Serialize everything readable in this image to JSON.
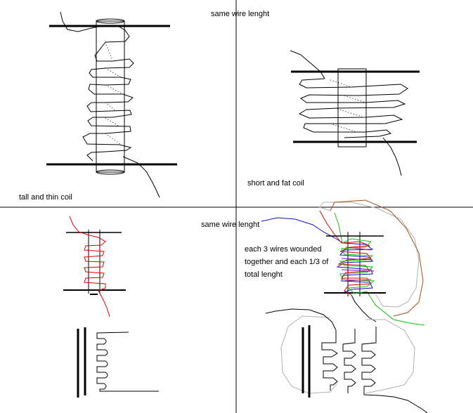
{
  "labels": {
    "top_title": "same wire lenght",
    "tall_thin": "tall and thin coil",
    "short_fat": "short and fat coil",
    "middle_title": "same wire lenght",
    "triple_note": "each 3 wires wounded together and each 1/3 of total lenght"
  },
  "colors": {
    "ink": "#000000",
    "red_wire": "#e00000",
    "blue_wire": "#1010d0",
    "green_wire": "#10c010",
    "purple_wire": "#a000a0",
    "brown_wire": "#a05020",
    "gray_outline": "#b0b0b0",
    "background": "#ffffff"
  }
}
